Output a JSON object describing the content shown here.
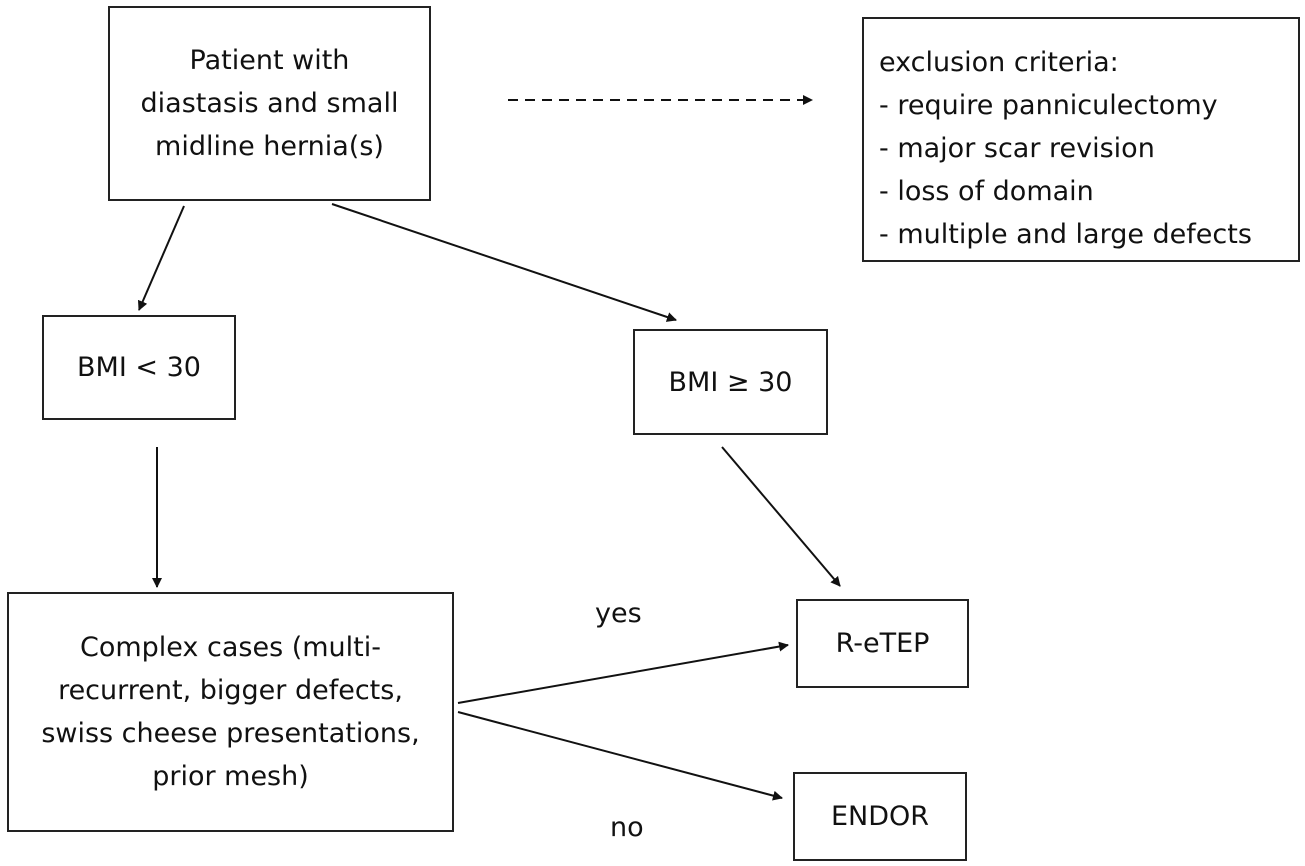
{
  "nodes": {
    "patient": {
      "lines": [
        "Patient with",
        "diastasis and small",
        "midline hernia(s)"
      ]
    },
    "exclusion": {
      "title": "exclusion criteria:",
      "items": [
        "- require panniculectomy",
        "- major scar revision",
        "- loss of domain",
        "- multiple and large defects"
      ]
    },
    "bmi_low": {
      "label": "BMI < 30"
    },
    "bmi_high": {
      "label": "BMI ≥ 30"
    },
    "complex": {
      "lines": [
        "Complex cases (multi-",
        "recurrent, bigger defects,",
        "swiss cheese presentations,",
        "prior mesh)"
      ]
    },
    "retep": {
      "label": "R-eTEP"
    },
    "endor": {
      "label": "ENDOR"
    }
  },
  "edges": {
    "yes_label": "yes",
    "no_label": "no"
  },
  "colors": {
    "stroke": "#222222",
    "text": "#111111",
    "background": "#ffffff"
  }
}
